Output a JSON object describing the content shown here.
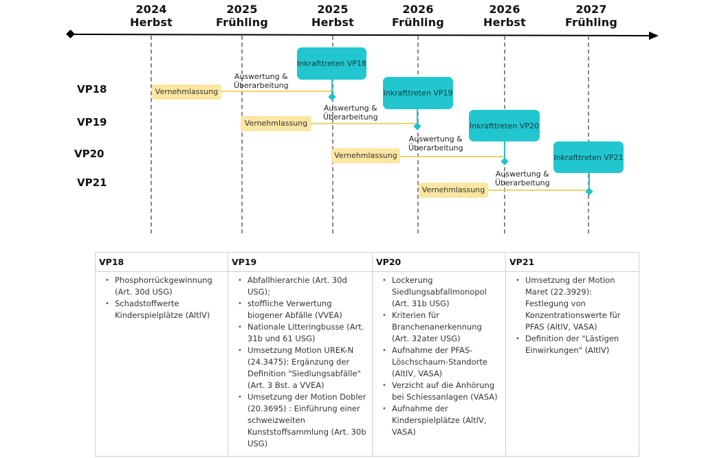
{
  "timeline": {
    "periods": [
      {
        "year": "2024",
        "season": "Herbst"
      },
      {
        "year": "2025",
        "season": "Frühling"
      },
      {
        "year": "2025",
        "season": "Herbst"
      },
      {
        "year": "2026",
        "season": "Frühling"
      },
      {
        "year": "2026",
        "season": "Herbst"
      },
      {
        "year": "2027",
        "season": "Frühling"
      }
    ],
    "rows": [
      {
        "label": "VP18",
        "consultation": "Vernehmlassung",
        "review": [
          "Auswertung &",
          "Überarbeitung"
        ],
        "entry": "Inkrafttreten VP18"
      },
      {
        "label": "VP19",
        "consultation": "Vernehmlassung",
        "review": [
          "Auswertung &",
          "Überarbeitung"
        ],
        "entry": "Inkrafttreten VP19"
      },
      {
        "label": "VP20",
        "consultation": "Vernehmlassung",
        "review": [
          "Auswertung &",
          "Überarbeitung"
        ],
        "entry": "Inkrafttreten VP20"
      },
      {
        "label": "VP21",
        "consultation": "Vernehmlassung",
        "review": [
          "Auswertung &",
          "Überarbeitung"
        ],
        "entry": "Inkrafttreten VP21"
      }
    ],
    "colors": {
      "consultation": "#fbe6a2",
      "entry": "#22c6cf",
      "axis": "#000000"
    }
  },
  "table": {
    "columns": [
      {
        "header": "VP18",
        "items": [
          "Phosphorrückgewinnung (Art. 30d USG)",
          "Schadstoffwerte Kinderspielplätze (AltlV)"
        ]
      },
      {
        "header": "VP19",
        "items": [
          "Abfallhierarchie (Art. 30d USG);",
          "stoffliche Verwertung biogener Abfälle (VVEA)",
          "Nationale Litteringbusse (Art. 31b und 61 USG)",
          "Umsetzung Motion UREK-N (24.3475): Ergänzung der Definition \"Siedlungsabfälle\" (Art. 3 Bst. a VVEA)",
          "Umsetzung der Motion Dobler (20.3695) : Einführung einer schweizweiten Kunststoffsammlung (Art. 30b USG)"
        ]
      },
      {
        "header": "VP20",
        "items": [
          "Lockerung Siedlungsabfallmonopol (Art. 31b USG)",
          "Kriterien für Branchenanerkennung (Art. 32ater USG)",
          "Aufnahme der PFAS-Löschschaum-Standorte (AltlV, VASA)",
          "Verzicht auf die Anhörung bei Schiessanlagen (VASA)",
          "Aufnahme der Kinderspielplätze (AltlV, VASA)"
        ]
      },
      {
        "header": "VP21",
        "items": [
          "Umsetzung der Motion Maret (22.3929): Festlegung von Konzentrationswerte für PFAS (AltlV, VASA)",
          "Definition der \"Lästigen Einwirkungen\" (AltlV)"
        ]
      }
    ]
  }
}
